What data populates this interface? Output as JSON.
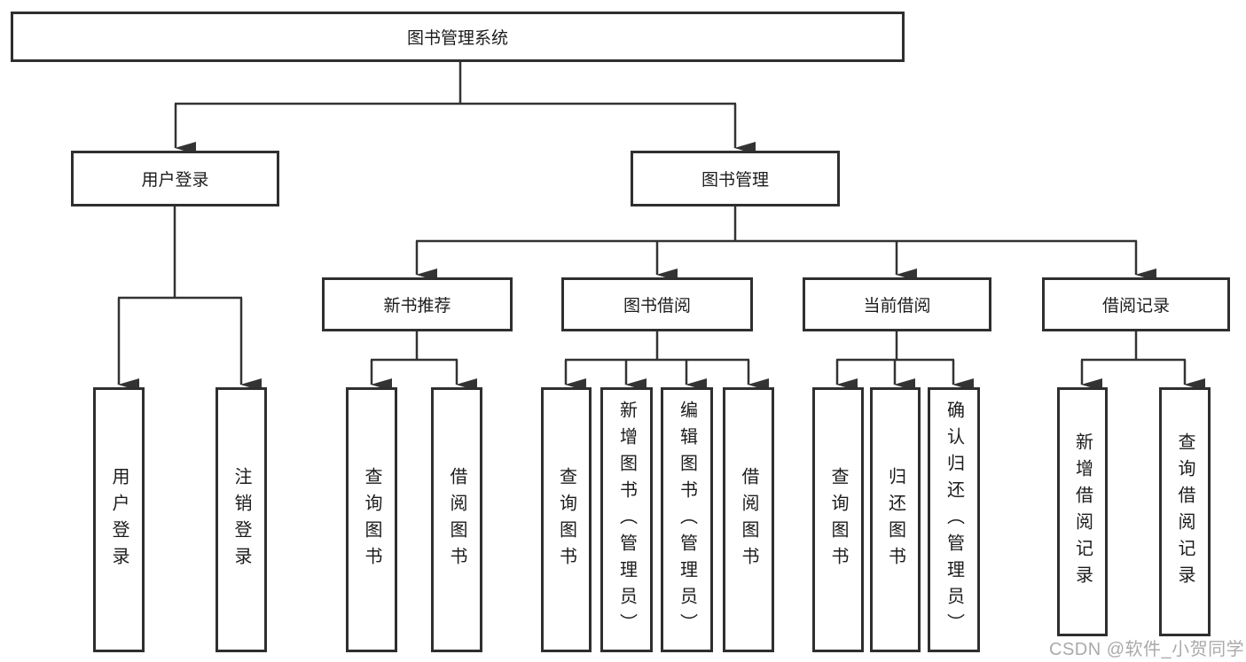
{
  "tree": {
    "label": "图书管理系统",
    "children": [
      {
        "label": "用户登录",
        "children": [
          {
            "label": "用户登录"
          },
          {
            "label": "注销登录"
          }
        ]
      },
      {
        "label": "图书管理",
        "children": [
          {
            "label": "新书推荐",
            "children": [
              {
                "label": "查询图书"
              },
              {
                "label": "借阅图书"
              }
            ]
          },
          {
            "label": "图书借阅",
            "children": [
              {
                "label": "查询图书"
              },
              {
                "label": "新增图书（管理员）"
              },
              {
                "label": "编辑图书（管理员）"
              },
              {
                "label": "借阅图书"
              }
            ]
          },
          {
            "label": "当前借阅",
            "children": [
              {
                "label": "查询图书"
              },
              {
                "label": "归还图书"
              },
              {
                "label": "确认归还（管理员）"
              }
            ]
          },
          {
            "label": "借阅记录",
            "children": [
              {
                "label": "新增借阅记录"
              },
              {
                "label": "查询借阅记录"
              }
            ]
          }
        ]
      }
    ]
  },
  "watermark": "CSDN @软件_小贺同学",
  "colors": {
    "line": "#333333",
    "box_border": "#2f2f2f",
    "text": "#1c1c1c",
    "watermark": "#aaaaaa",
    "background": "#ffffff"
  }
}
